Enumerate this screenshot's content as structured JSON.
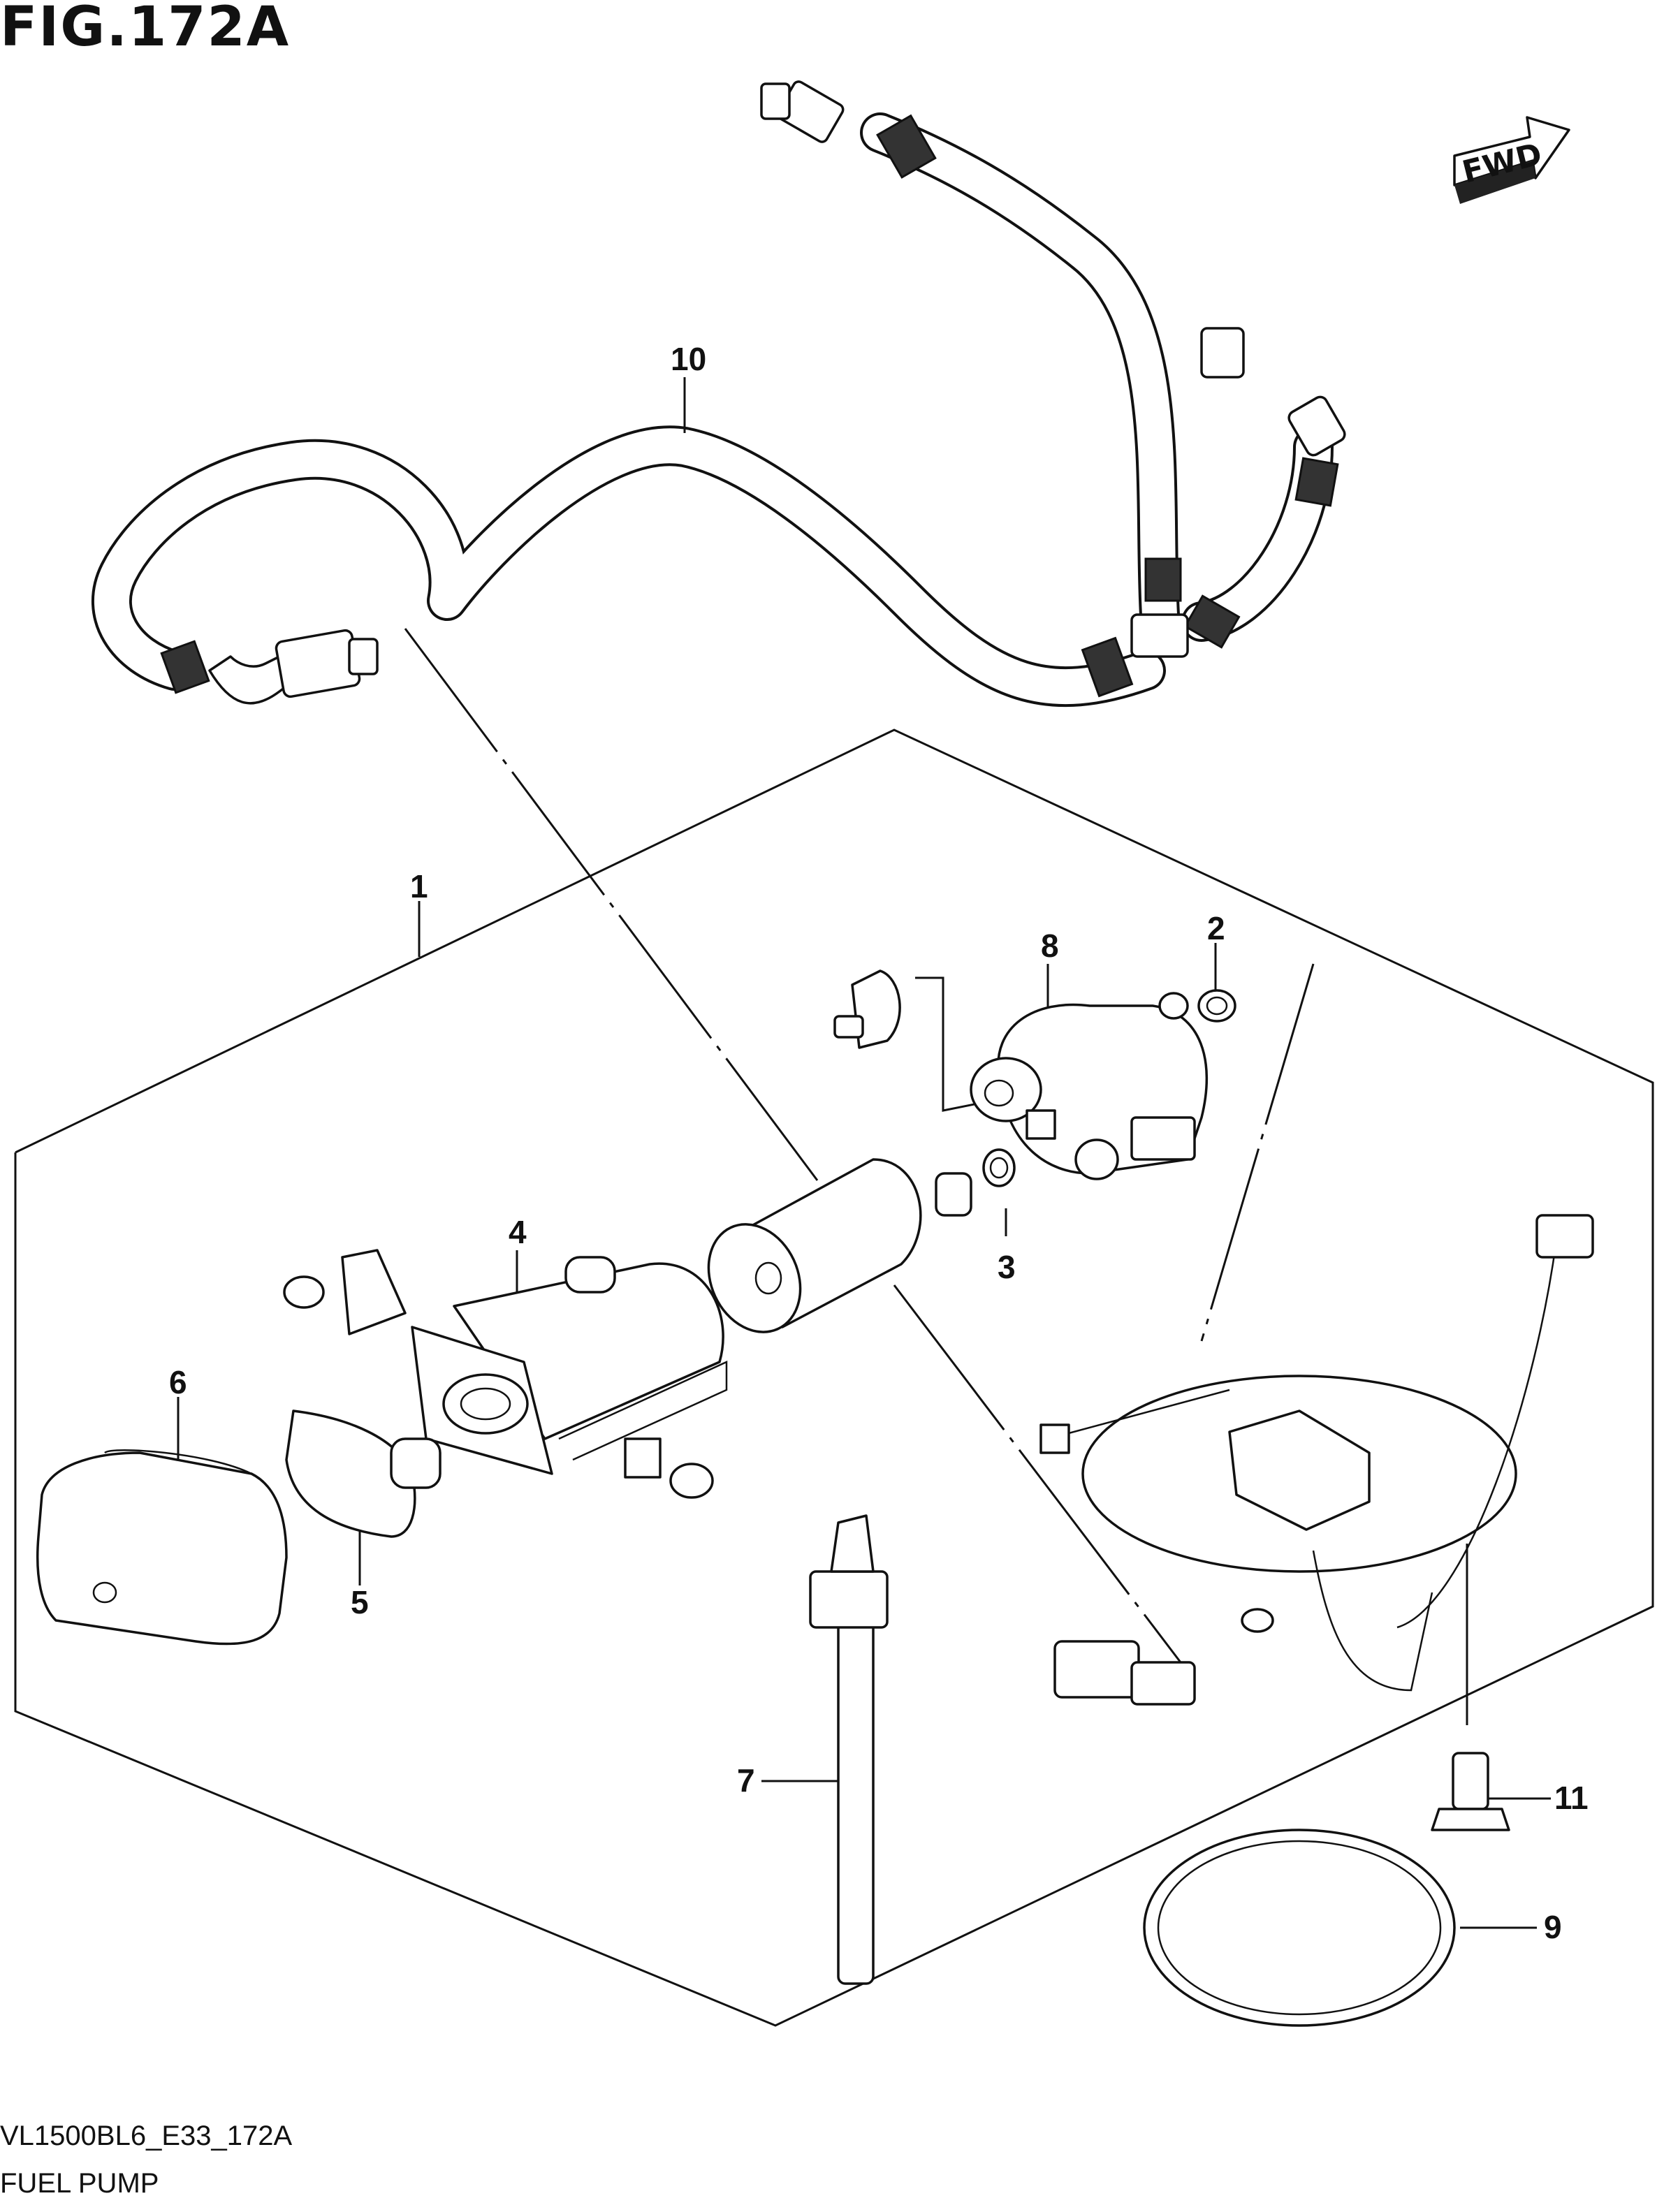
{
  "figure": {
    "title": "FIG.172A",
    "code": "VL1500BL6_E33_172A",
    "name": "FUEL PUMP",
    "fwd_label": "FWD"
  },
  "callouts": {
    "c1": "1",
    "c2": "2",
    "c3": "3",
    "c4": "4",
    "c5": "5",
    "c6": "6",
    "c7": "7",
    "c8": "8",
    "c9": "9",
    "c10": "10",
    "c11": "11"
  },
  "colors": {
    "ink": "#111111",
    "background": "#ffffff"
  },
  "icons": {
    "fwd": "fwd-arrow-icon"
  }
}
